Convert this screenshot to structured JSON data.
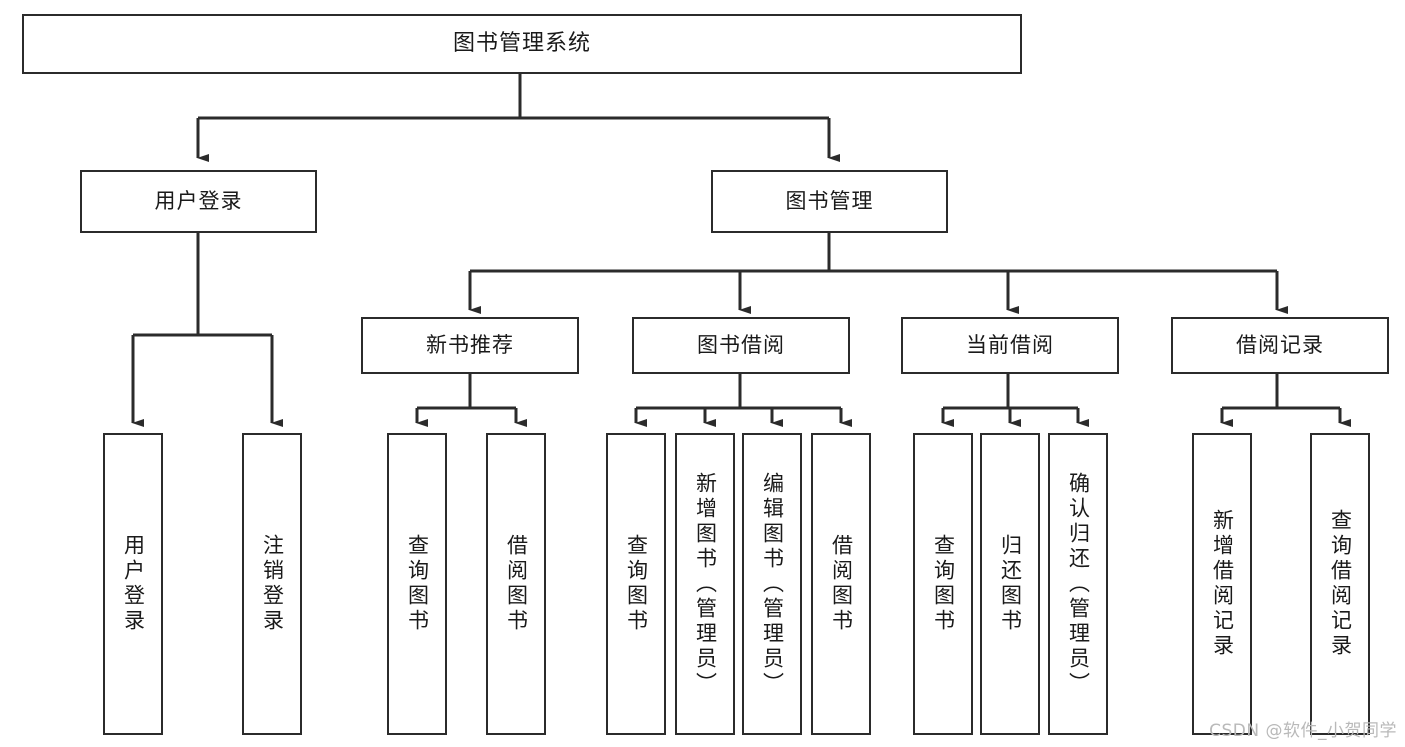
{
  "diagram": {
    "type": "tree-hierarchy",
    "title": "图书管理系统",
    "orientation": "top-down",
    "colors": {
      "box_border": "#2b2b2b",
      "box_fill": "#ffffff",
      "connector": "#2b2b2b",
      "text": "#1a1a1a",
      "watermark": "#b9b9b9",
      "background": "#ffffff"
    },
    "nodes": {
      "root": {
        "label": "图书管理系统"
      },
      "level1": [
        {
          "id": "user-login",
          "label": "用户登录"
        },
        {
          "id": "book-manage",
          "label": "图书管理"
        }
      ],
      "level2": [
        {
          "id": "new-book-recommend",
          "label": "新书推荐"
        },
        {
          "id": "book-borrow",
          "label": "图书借阅"
        },
        {
          "id": "current-borrow",
          "label": "当前借阅"
        },
        {
          "id": "borrow-record",
          "label": "借阅记录"
        }
      ],
      "leaves": {
        "user_login": [
          {
            "id": "leaf-user-login",
            "label": "用户登录"
          },
          {
            "id": "leaf-logout-login",
            "label": "注销登录"
          }
        ],
        "new_book_recommend": [
          {
            "id": "leaf-query-book-1",
            "label": "查询图书"
          },
          {
            "id": "leaf-borrow-book-1",
            "label": "借阅图书"
          }
        ],
        "book_borrow": [
          {
            "id": "leaf-query-book-2",
            "label": "查询图书"
          },
          {
            "id": "leaf-add-book",
            "label": "新增图书（管理员）"
          },
          {
            "id": "leaf-edit-book",
            "label": "编辑图书（管理员）"
          },
          {
            "id": "leaf-borrow-book-2",
            "label": "借阅图书"
          }
        ],
        "current_borrow": [
          {
            "id": "leaf-query-book-3",
            "label": "查询图书"
          },
          {
            "id": "leaf-return-book",
            "label": "归还图书"
          },
          {
            "id": "leaf-confirm-return",
            "label": "确认归还（管理员）"
          }
        ],
        "borrow_record": [
          {
            "id": "leaf-add-record",
            "label": "新增借阅记录"
          },
          {
            "id": "leaf-query-record",
            "label": "查询借阅记录"
          }
        ]
      }
    }
  },
  "watermark": {
    "text": "CSDN @软件_小贺同学"
  }
}
